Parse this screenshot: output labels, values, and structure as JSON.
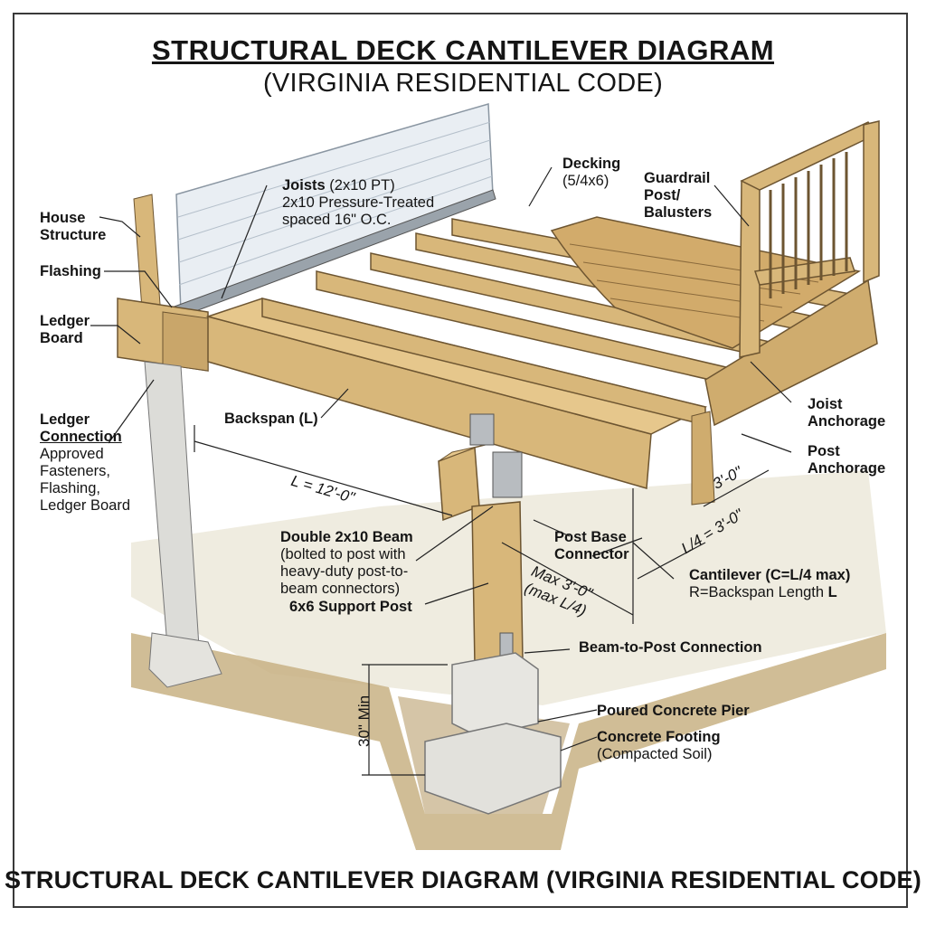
{
  "title": "STRUCTURAL DECK CANTILEVER DIAGRAM",
  "subtitle": "(VIRGINIA RESIDENTIAL CODE)",
  "footer_title": "STRUCTURAL DECK CANTILEVER DIAGRAM (VIRGINIA RESIDENTIAL CODE)",
  "labels": {
    "house_structure": [
      "House",
      "Structure"
    ],
    "flashing": "Flashing",
    "ledger_board": [
      "Ledger",
      "Board"
    ],
    "ledger_connection": {
      "title": [
        "Ledger",
        "Connection"
      ],
      "desc": [
        "Approved",
        "Fasteners,",
        "Flashing,",
        "Ledger Board"
      ]
    },
    "joists": {
      "title": "Joists",
      "spec": "(2x10 PT)",
      "lines": [
        "2x10 Pressure-Treated",
        "spaced 16\" O.C."
      ]
    },
    "decking": {
      "title": "Decking",
      "spec": "(5/4x6)"
    },
    "guardrail": [
      "Guardrail",
      "Post/",
      "Balusters"
    ],
    "backspan": "Backspan (L)",
    "joist_anchorage": [
      "Joist",
      "Anchorage"
    ],
    "post_anchorage": [
      "Post",
      "Anchorage"
    ],
    "double_beam": {
      "title": "Double 2x10 Beam",
      "lines": [
        "(bolted to post with",
        "heavy-duty post-to-",
        "beam connectors)"
      ]
    },
    "post_base_connector": [
      "Post Base",
      "Connector"
    ],
    "support_post": "6x6 Support Post",
    "cantilever": {
      "title": "Cantilever (C=L/4 max)",
      "desc_prefix": "R=Backspan Length",
      "desc_var": "L"
    },
    "beam_to_post": "Beam-to-Post Connection",
    "pier": "Poured Concrete Pier",
    "footing": {
      "title": "Concrete Footing",
      "desc": "(Compacted Soil)"
    }
  },
  "dimensions": {
    "backspan": "L = 12'-0\"",
    "max_cantilever": [
      "Max 3'-0\"",
      "(max L/4)"
    ],
    "cantilever_a": "3'-0\"",
    "cantilever_b": "L/4 = 3'-0\"",
    "depth": "30\" Min"
  },
  "colors": {
    "wood": "#d8b77a",
    "wood_dark": "#b08a4e",
    "siding": "#e9eef3",
    "concrete": "#e7e6e1",
    "soil": "#c8b184",
    "ground": "#eeeadc"
  }
}
